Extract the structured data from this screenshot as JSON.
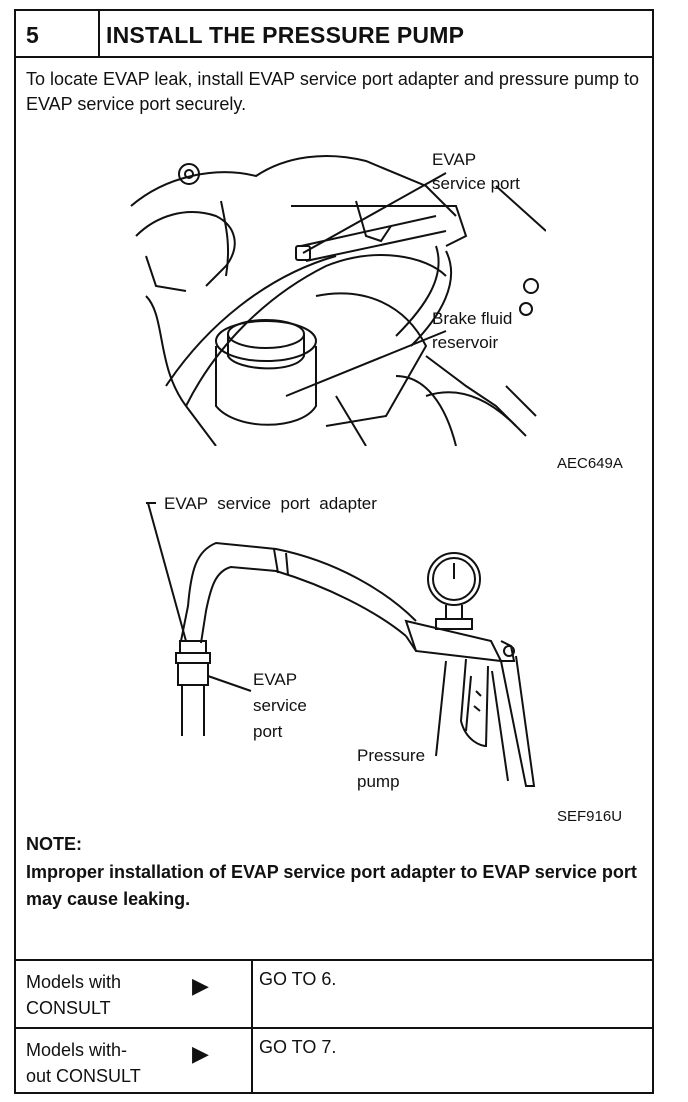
{
  "step": {
    "number": "5",
    "title": "INSTALL THE PRESSURE PUMP"
  },
  "intro": "To locate EVAP leak, install EVAP service port adapter and pressure pump to EVAP service port securely.",
  "figure1": {
    "label_port_line1": "EVAP",
    "label_port_line2": "service port",
    "label_res_line1": "Brake fluid",
    "label_res_line2": "reservoir",
    "code": "AEC649A"
  },
  "figure2": {
    "label_adapter": "EVAP  service  port  adapter",
    "label_port_line1": "EVAP",
    "label_port_line2": "service",
    "label_port_line3": "port",
    "label_pump_line1": "Pressure",
    "label_pump_line2": "pump",
    "code": "SEF916U"
  },
  "note": {
    "heading": "NOTE:",
    "text": "Improper installation of EVAP service port adapter to EVAP service port may cause leaking."
  },
  "branches": [
    {
      "cond_line1": "Models with",
      "cond_line2": "CONSULT",
      "arrow": "▶",
      "action": "GO TO 6."
    },
    {
      "cond_line1": "Models with-",
      "cond_line2": "out CONSULT",
      "arrow": "▶",
      "action": "GO TO 7."
    }
  ]
}
